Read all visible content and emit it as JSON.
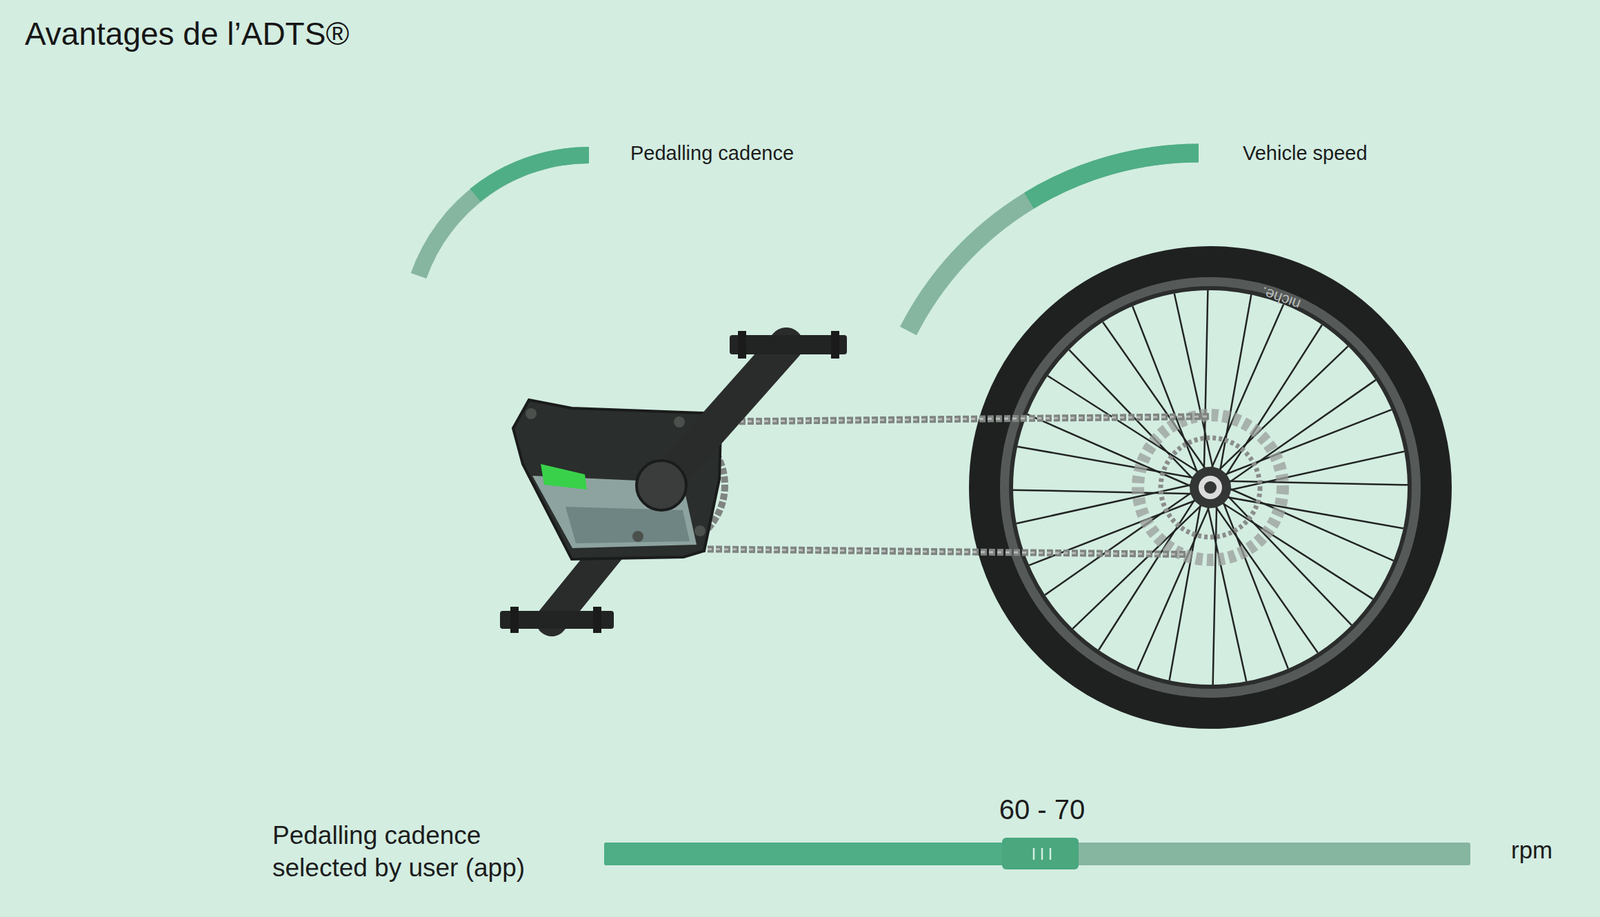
{
  "diagram": {
    "title": "Avantages de l’ADTS®",
    "labels": [
      "Pedalling cadence",
      "Vehicle speed",
      "niche.",
      "60 - 70",
      "Pedalling cadence selected by user (app)",
      "rpm"
    ]
  }
}
